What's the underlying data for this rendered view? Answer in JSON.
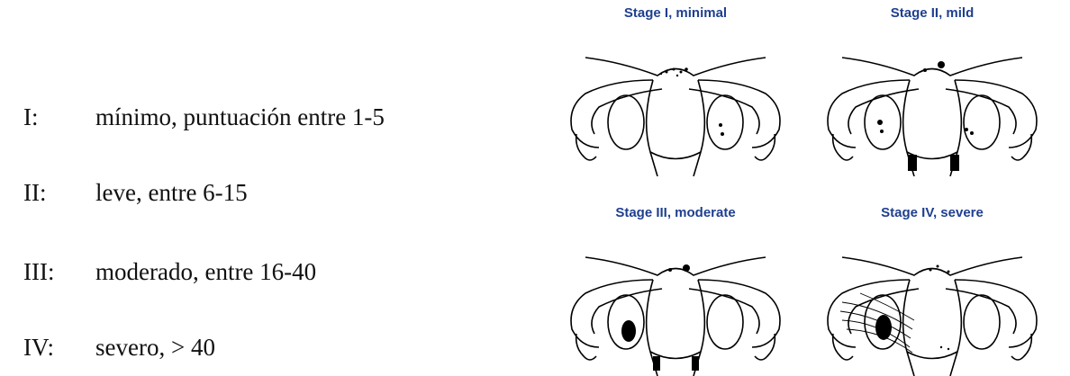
{
  "stages": [
    {
      "num": "I:",
      "desc": "mínimo, puntuación entre 1-5"
    },
    {
      "num": "II:",
      "desc": "leve, entre 6-15"
    },
    {
      "num": "III:",
      "desc": "moderado, entre 16-40"
    },
    {
      "num": "IV:",
      "desc": " severo, > 40"
    }
  ],
  "figures": [
    {
      "title": "Stage I, minimal"
    },
    {
      "title": "Stage II, mild"
    },
    {
      "title": "Stage III, moderate"
    },
    {
      "title": "Stage IV, severe"
    }
  ],
  "colors": {
    "text": "#111111",
    "title": "#1f3f8f",
    "lesion": "#000000"
  }
}
